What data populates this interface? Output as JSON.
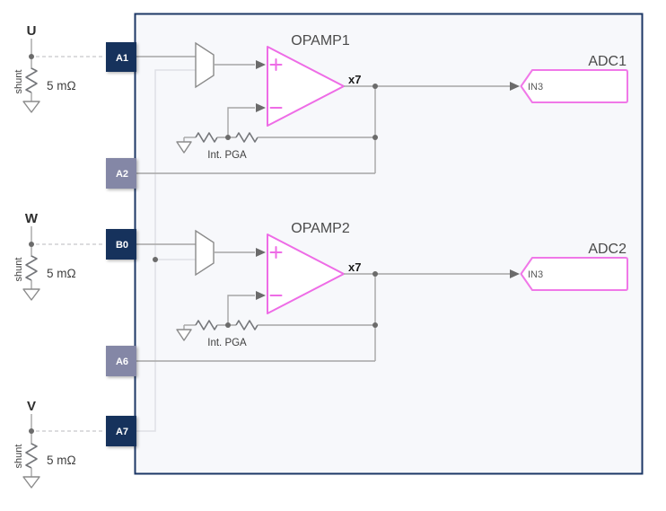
{
  "colors": {
    "accent-pink": "#ee6ce6",
    "adc-pink": "#f078e8",
    "pin-navy": "#16305c",
    "pin-purple": "#8487a6",
    "chip-border": "#1c3766",
    "chip-fill": "#f7f8fb",
    "wire-gray": "#a6a6a6",
    "wire-light": "#dfe0e6",
    "component-gray": "#8b8b8b",
    "dot-gray": "#6b6b6b",
    "text-dark": "#3f3f3f",
    "text-mid": "#5a5a5a"
  },
  "phases": [
    {
      "name": "U",
      "shunt_label": "shunt",
      "shunt_value": "5 mΩ",
      "pin": "A1"
    },
    {
      "name": "W",
      "shunt_label": "shunt",
      "shunt_value": "5 mΩ",
      "pin": "B0"
    },
    {
      "name": "V",
      "shunt_label": "shunt",
      "shunt_value": "5 mΩ",
      "pin": "A7"
    }
  ],
  "feedback_pins": [
    {
      "label": "A2"
    },
    {
      "label": "A6"
    }
  ],
  "channels": [
    {
      "opamp_label": "OPAMP1",
      "gain_label": "x7",
      "pga_label": "Int. PGA",
      "adc_label": "ADC1",
      "adc_channel": "IN3"
    },
    {
      "opamp_label": "OPAMP2",
      "gain_label": "x7",
      "pga_label": "Int. PGA",
      "adc_label": "ADC2",
      "adc_channel": "IN3"
    }
  ]
}
